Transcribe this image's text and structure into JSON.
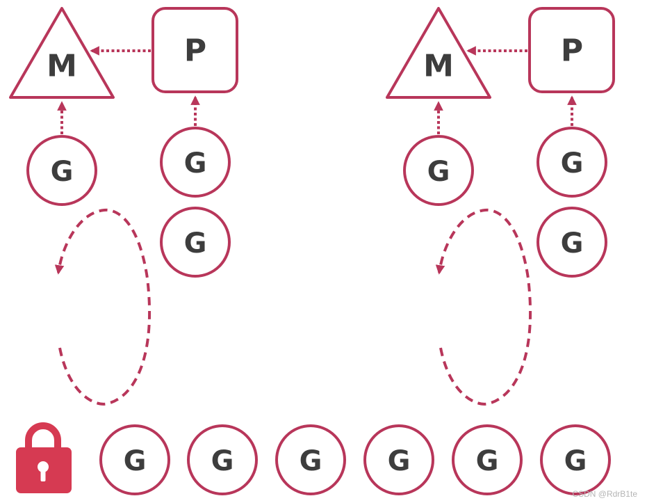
{
  "colors": {
    "stroke": "#b8365a",
    "label": "#3d3d3d",
    "lock": "#d63a52"
  },
  "labels": {
    "machine": "M",
    "processor": "P",
    "goroutine": "G"
  },
  "icons": {
    "lock": "padlock-icon"
  },
  "watermark": "CSDN @RdrB1te"
}
